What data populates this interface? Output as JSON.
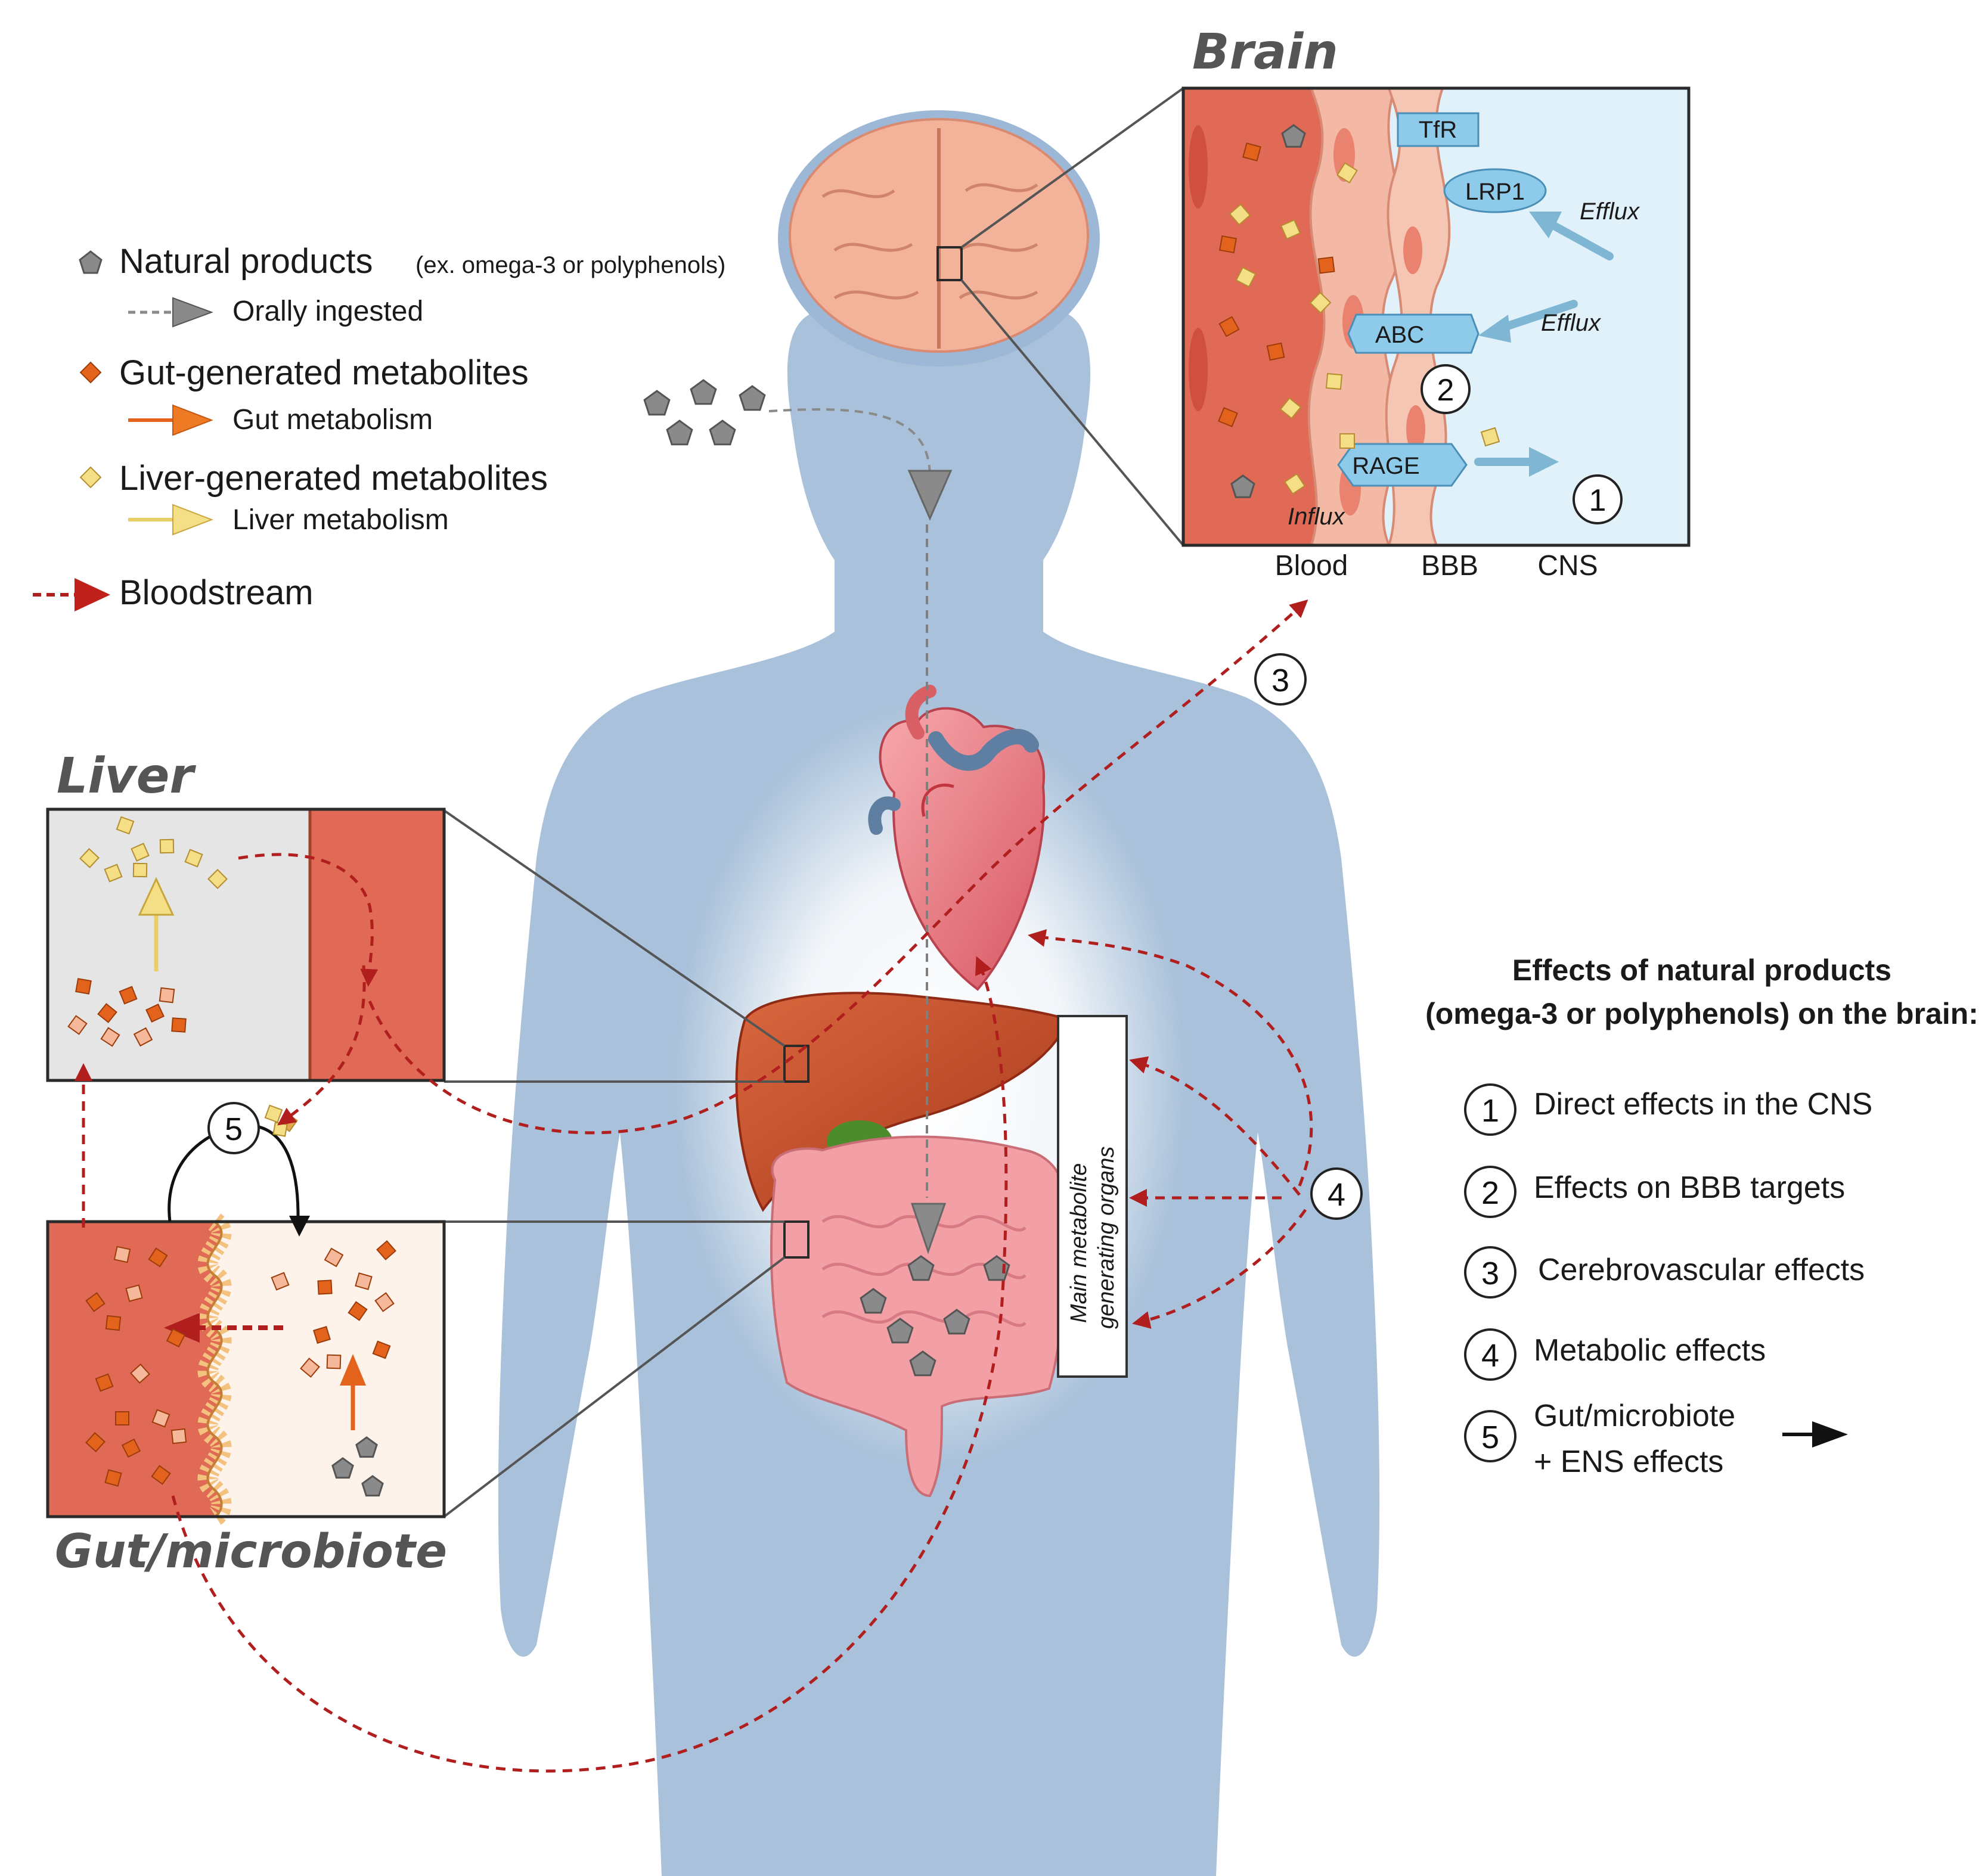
{
  "sections": {
    "brain": "Brain",
    "liver": "Liver",
    "gut": "Gut/microbiote"
  },
  "legend": {
    "natural_products": "Natural products",
    "natural_products_note": "(ex. omega-3 or polyphenols)",
    "orally_ingested": "Orally ingested",
    "gut_metabolites": "Gut-generated metabolites",
    "gut_metabolism": "Gut metabolism",
    "liver_metabolites": "Liver-generated metabolites",
    "liver_metabolism": "Liver metabolism",
    "bloodstream": "Bloodstream"
  },
  "brain_panel": {
    "transporters": {
      "tfr": "TfR",
      "lrp1": "LRP1",
      "abc": "ABC",
      "rage": "RAGE"
    },
    "efflux_1": "Efflux",
    "efflux_2": "Efflux",
    "influx": "Influx",
    "axis": {
      "blood": "Blood",
      "bbb": "BBB",
      "cns": "CNS"
    },
    "markers": {
      "one": "1",
      "two": "2"
    }
  },
  "organ_box_label_1": "Main metabolite",
  "organ_box_label_2": "generating organs",
  "markers": {
    "three": "3",
    "four": "4",
    "five": "5"
  },
  "effects": {
    "title_line1": "Effects of natural products",
    "title_line2": "(omega-3 or polyphenols) on the brain:",
    "items": [
      {
        "num": "1",
        "text": "Direct effects in the CNS"
      },
      {
        "num": "2",
        "text": "Effects on BBB targets"
      },
      {
        "num": "3",
        "text": "Cerebrovascular effects"
      },
      {
        "num": "4",
        "text": "Metabolic effects"
      },
      {
        "num": "5",
        "text": "Gut/microbiote",
        "text2": "+ ENS effects"
      }
    ]
  },
  "colors": {
    "body": "#a9c1da",
    "blood": "#e06a55",
    "bbb": "#f3b9a4",
    "cns": "#e1f1f9",
    "liver_panel": "#e5e5e5",
    "gut_lumen": "#fdf3ea",
    "transporter": "#8ecae9",
    "natural_product": "#8a8a8a",
    "gut_metabolite": "#e4631c",
    "liver_metabolite": "#f4de86",
    "bloodstream": "#b01e1e"
  }
}
